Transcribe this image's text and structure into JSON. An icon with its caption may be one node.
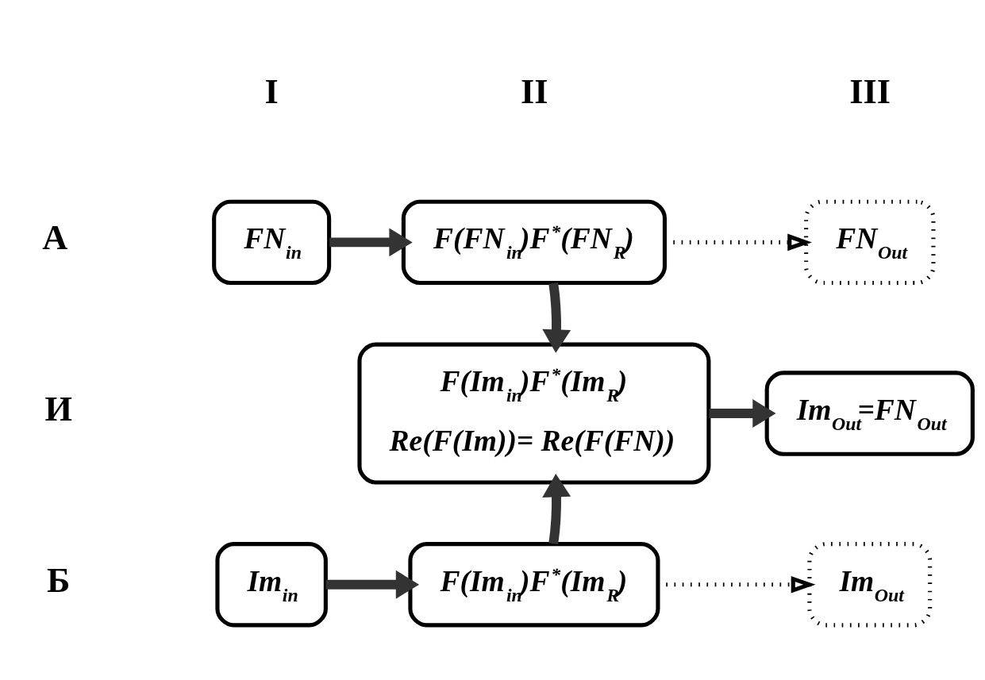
{
  "diagram": {
    "nodes": [
      {
        "text": [
          "FN$_{in}$"
        ]
      },
      {
        "text": [
          "F(FN$_{in}$)F$^{*}$(FN$_{R}$)"
        ]
      },
      {
        "text": [
          "FN$_{Out}$"
        ]
      },
      {
        "text": [
          "F(Im$_{in}$)F$^{*}$(Im$_{R}$)",
          "Re(F(Im))= Re(F(FN))"
        ]
      },
      {
        "text": [
          "Im$_{Out}$=FN$_{Out}$"
        ]
      },
      {
        "text": [
          "Im$_{in}$"
        ]
      },
      {
        "text": [
          "F(Im$_{in}$)F$^{*}$(Im$_{R}$)"
        ]
      },
      {
        "text": [
          "Im$_{Out}$"
        ]
      }
    ],
    "edges": [
      {
        "from": 0,
        "to": 1,
        "arrow": "to"
      },
      {
        "from": 1,
        "to": 2,
        "arrow": "to",
        "style": "dashed"
      },
      {
        "from": 1,
        "to": 3,
        "arrow": "to"
      },
      {
        "from": 3,
        "to": 4,
        "arrow": "to"
      },
      {
        "from": 5,
        "to": 6,
        "arrow": "to"
      },
      {
        "from": 6,
        "to": 3,
        "arrow": "to"
      },
      {
        "from": 6,
        "to": 7,
        "arrow": "to",
        "style": "dashed"
      }
    ],
    "labels": [
      "I",
      "II",
      "III",
      "А",
      "И",
      "Б"
    ]
  }
}
